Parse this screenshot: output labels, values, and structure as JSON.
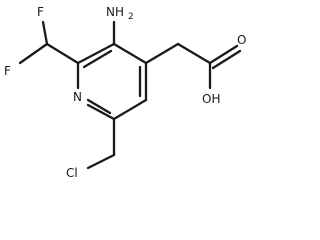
{
  "molecule": {
    "atom_labels": {
      "amino": "NH",
      "amino_subscript": "2",
      "fluorine_top": "F",
      "fluorine_left": "F",
      "ring_nitrogen": "N",
      "carbonyl_oxygen": "O",
      "hydroxyl": "OH",
      "chlorine": "Cl"
    },
    "colors": {
      "ink": "#1a1a1a",
      "background": "#ffffff"
    }
  }
}
